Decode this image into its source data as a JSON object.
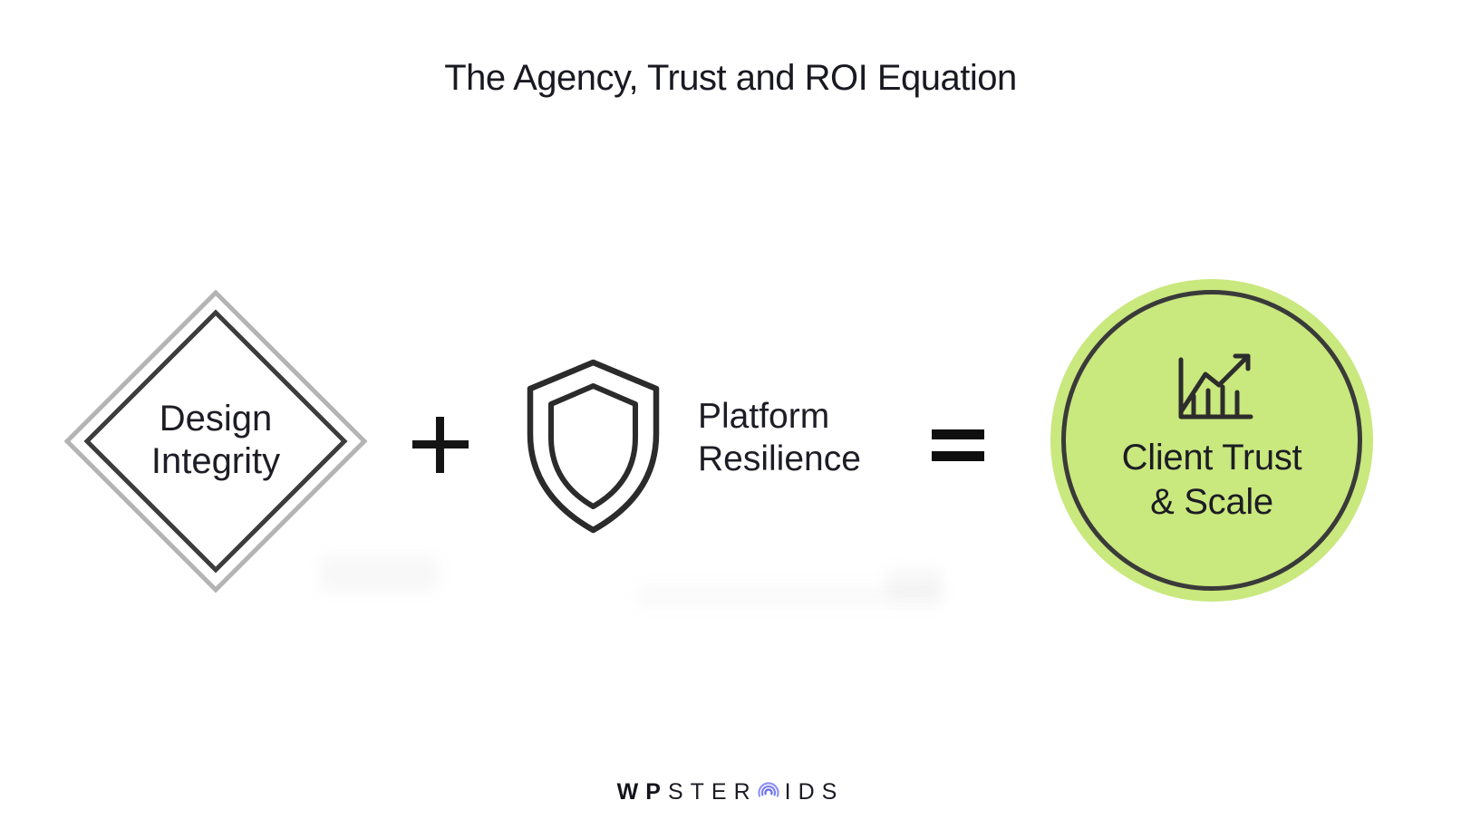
{
  "title": "The Agency, Trust and ROI Equation",
  "equation": {
    "design_integrity": {
      "line1": "Design",
      "line2": "Integrity"
    },
    "plus_symbol": "+",
    "platform_resilience": {
      "line1": "Platform",
      "line2": "Resilience"
    },
    "equals_symbol": "=",
    "client_trust": {
      "line1": "Client Trust",
      "line2": "& Scale"
    }
  },
  "icons": {
    "term1": "diamond-outline-icon",
    "term2": "shield-outline-icon",
    "result": "growth-chart-icon",
    "brand_o": "concentric-arcs-icon"
  },
  "colors": {
    "background": "#ffffff",
    "text": "#191922",
    "diamond_outer_stroke": "#b4b4b4",
    "diamond_inner_stroke": "#3c3c3c",
    "shield_stroke": "#2b2b2b",
    "operator": "#121212",
    "result_fill": "#c9e87e",
    "result_ring": "#3a3a3a",
    "chart_icon": "#2d2d2d",
    "brand_accent": "#7b80f2"
  },
  "footer": {
    "brand_bold": "WP",
    "brand_mid": "STER",
    "brand_end": "IDS"
  }
}
